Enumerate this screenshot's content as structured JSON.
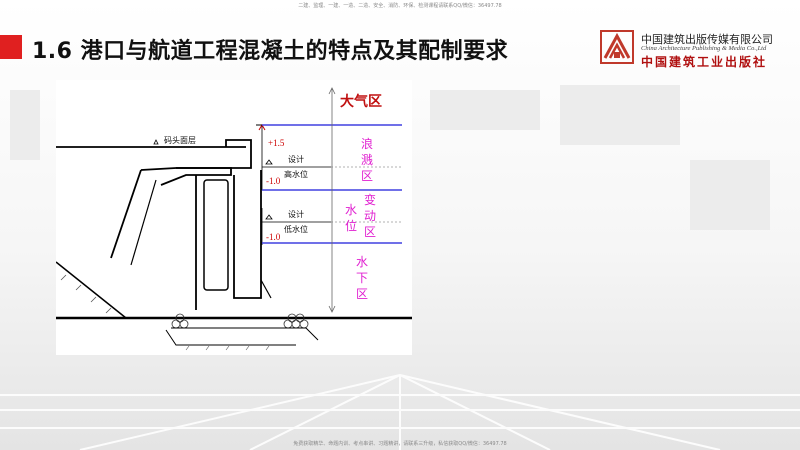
{
  "header_note": "二建、监理、一建、一造、二造、安全、消防、环保、检测课程请联系QQ/微信：36497.78",
  "footer_note": "免费获取精华、命题内训、考点串讲、习题精讲，请联系三升级，私信获取QQ/微信：36497.78",
  "title": "1.6 港口与航道工程混凝土的特点及其配制要求",
  "publisher": {
    "name_cn": "中国建筑出版传媒有限公司",
    "name_en": "China Architecture Publishing & Media Co.,Ltd",
    "name_calligraphy": "中国建筑工业出版社"
  },
  "diagram": {
    "wharf_surface": "码头面层",
    "elev_plus": "+1.5",
    "elev_minus_high": "-1.0",
    "elev_minus_low": "-1.0",
    "high_water_1": "设计",
    "high_water_2": "高水位",
    "low_water_1": "设计",
    "low_water_2": "低水位",
    "zone_atmosphere": "大气区",
    "zone_splash_1": "浪",
    "zone_splash_2": "溅",
    "zone_splash_3": "区",
    "zone_tidal_a1": "水",
    "zone_tidal_a2": "位",
    "zone_tidal_b1": "变",
    "zone_tidal_b2": "动",
    "zone_tidal_b3": "区",
    "zone_under_1": "水",
    "zone_under_2": "下",
    "zone_under_3": "区"
  },
  "colors": {
    "accent_red": "#e02020",
    "zone_text": "#e020d0",
    "zone_line": "#4040e0"
  }
}
